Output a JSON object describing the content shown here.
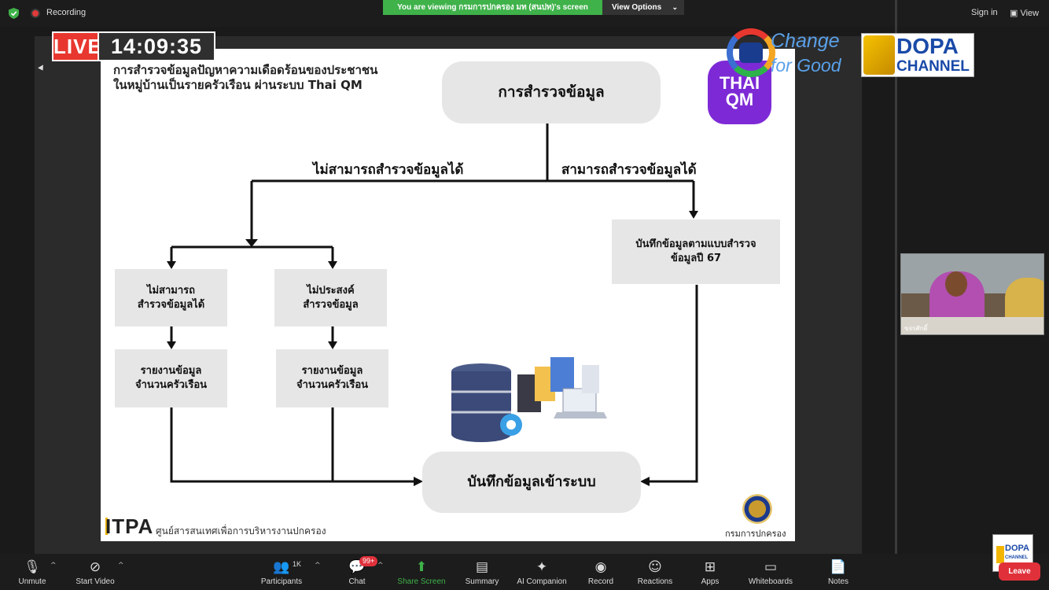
{
  "topbar": {
    "recording_label": "Recording",
    "viewing_banner": "You are viewing กรมการปกครอง มท (สนปท)'s screen",
    "view_options": "View Options",
    "sign_in": "Sign in",
    "view": "View"
  },
  "overlay": {
    "live": "LIVE",
    "time": "14:09:35",
    "change_line1": "Change",
    "change_line2": "for Good",
    "dopa_line1": "DOPA",
    "dopa_line2": "CHANNEL"
  },
  "slide": {
    "title_line1": "การสำรวจข้อมูลปัญหาความเดือดร้อนของประชาชน",
    "title_line2": "ในหมู่บ้านเป็นรายครัวเรือน ผ่านระบบ Thai QM",
    "thaiqm_line1": "THAI",
    "thaiqm_line2": "QM",
    "root": "การสำรวจข้อมูล",
    "branch_left": "ไม่สามารถสำรวจข้อมูลได้",
    "branch_right": "สามารถสำรวจข้อมูลได้",
    "box_unable_line1": "ไม่สามารถ",
    "box_unable_line2": "สำรวจข้อมูลได้",
    "box_unwilling_line1": "ไม่ประสงค์",
    "box_unwilling_line2": "สำรวจข้อมูล",
    "box_report_line1": "รายงานข้อมูล",
    "box_report_line2": "จำนวนครัวเรือน",
    "box_record_line1": "บันทึกข้อมูลตามแบบสำรวจ",
    "box_record_line2": "ข้อมูลปี 67",
    "final": "บันทึกข้อมูลเข้าระบบ",
    "itpa": "ITPA",
    "itpa_sub": "ศูนย์สารสนเทศเพื่อการบริหารงานปกครอง",
    "dept": "กรมการปกครอง"
  },
  "video": {
    "name": "ขจรศักดิ์"
  },
  "toolbar": {
    "unmute": "Unmute",
    "start_video": "Start Video",
    "participants": "Participants",
    "participants_count": "1K",
    "chat": "Chat",
    "chat_badge": "99+",
    "share_screen": "Share Screen",
    "summary": "Summary",
    "ai_companion": "AI Companion",
    "record": "Record",
    "reactions": "Reactions",
    "apps": "Apps",
    "whiteboards": "Whiteboards",
    "notes": "Notes",
    "leave": "Leave",
    "mini_dopa_line1": "DOPA",
    "mini_dopa_line2": "CHANNEL"
  },
  "colors": {
    "live_red": "#e8372f",
    "share_green": "#3fb24a",
    "thaiqm_purple": "#7d2ad6",
    "dopa_blue": "#1a4aa8"
  }
}
